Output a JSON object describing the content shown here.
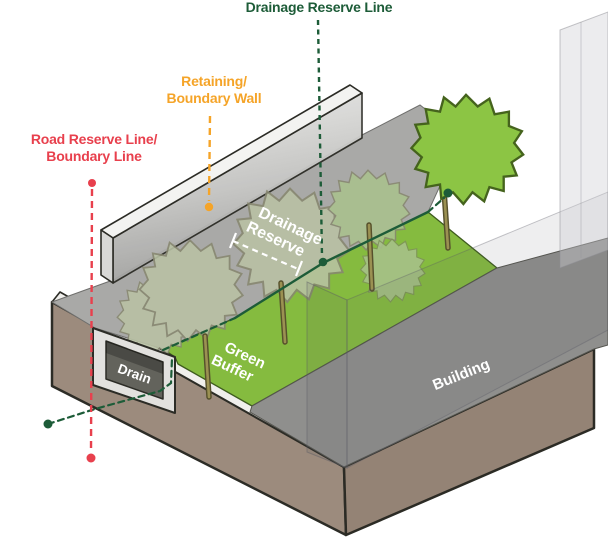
{
  "diagram": {
    "type": "isometric-cross-section",
    "annotations": {
      "drainage_reserve_line": {
        "label": "Drainage Reserve Line"
      },
      "retaining_wall": {
        "label_line1": "Retaining/",
        "label_line2": "Boundary Wall"
      },
      "road_reserve": {
        "label_line1": "Road Reserve Line/",
        "label_line2": "Boundary Line"
      }
    },
    "surface_labels": {
      "drainage_reserve_line1": "Drainage",
      "drainage_reserve_line2": "Reserve",
      "green_buffer_line1": "Green",
      "green_buffer_line2": "Buffer",
      "drain": "Drain",
      "building": "Building"
    },
    "colors": {
      "drainage_line_green": "#1d5c38",
      "road_reserve_red": "#e8404d",
      "retaining_wall_orange": "#f5a428",
      "green_buffer": "#85bb3f",
      "tree_crown_green": "#8cc544",
      "faded_tree_green": "#b9c2a4",
      "light_tree_green": "#a9c18d",
      "earth_brown": "#9c8b7d",
      "grey_strip": "#a9a9a7",
      "building_grey": "#8f8f8d",
      "wall_top_white": "#f3f3f1",
      "curb_white": "#f0efec",
      "label_white": "#ffffff",
      "outline_dark": "#2c2c26"
    }
  }
}
